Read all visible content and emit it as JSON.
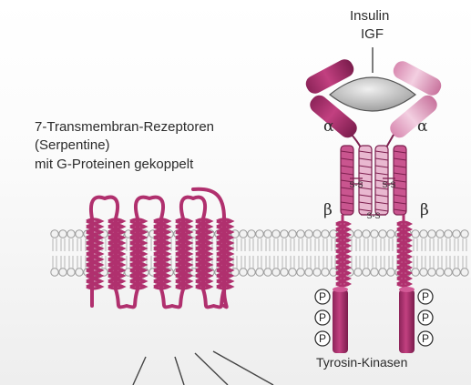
{
  "heading_lines": [
    "7-Transmembran-Rezeptoren",
    "(Serpentine)",
    "mit G-Proteinen gekoppelt"
  ],
  "ligand_lines": [
    "Insulin",
    "IGF"
  ],
  "alpha": "α",
  "beta": "β",
  "disulfide": "S-S",
  "phospho": "P",
  "kinase_label": "Tyrosin-Kinasen",
  "colors": {
    "receptor": "#b0306e",
    "receptor_dark": "#7c1f4e",
    "receptor_light": "#e7b0cb",
    "ligand": "#bdbdbd",
    "membrane_head": "#f4f4f4"
  }
}
